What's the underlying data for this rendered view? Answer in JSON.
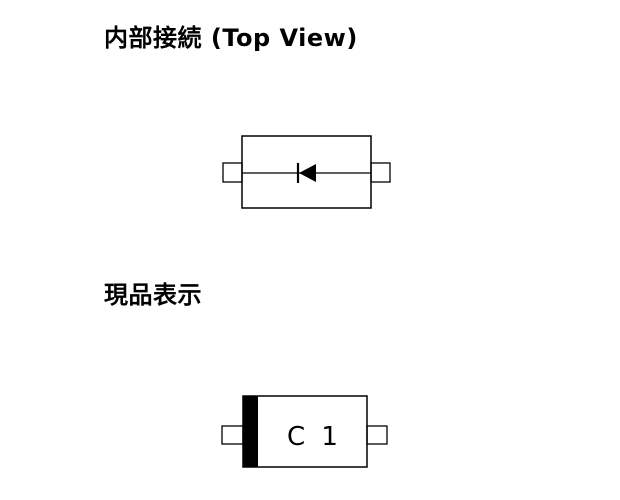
{
  "sections": {
    "internal_connection": {
      "title": "内部接続  (Top View)"
    },
    "product_marking": {
      "title": "現品表示",
      "marking_code": "C 1"
    }
  },
  "colors": {
    "ink": "#000000",
    "background": "#ffffff"
  }
}
